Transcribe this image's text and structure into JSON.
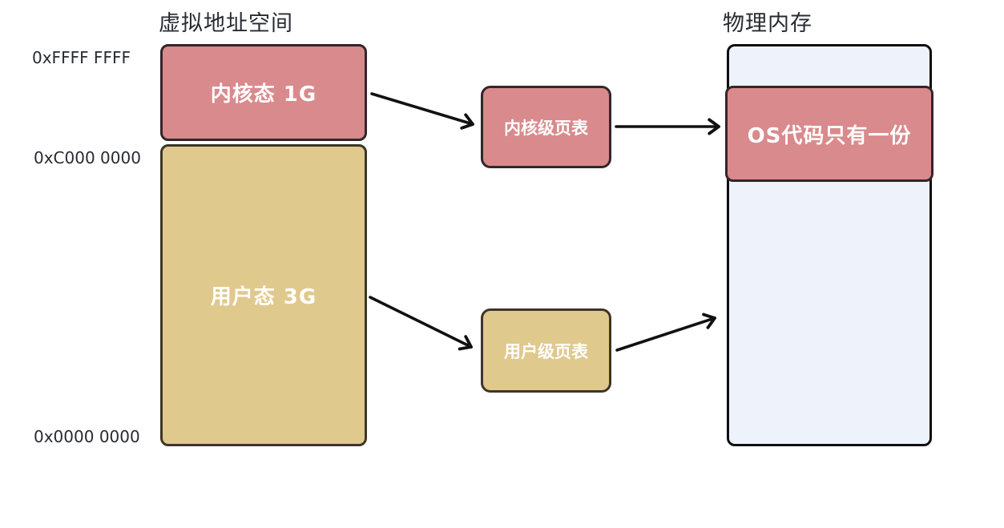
{
  "titles": {
    "virtual": "虚拟地址空间",
    "physical": "物理内存"
  },
  "addresses": [
    "0xFFFF FFFF",
    "0xC000 0000",
    "0x0000 0000"
  ],
  "virtual_space": {
    "kernel_label": "内核态 1G",
    "user_label": "用户态 3G"
  },
  "page_tables": {
    "kernel_label": "内核级页表",
    "user_label": "用户级页表"
  },
  "physical_memory": {
    "os_label": "OS代码只有一份"
  },
  "colors": {
    "box-red": "#d98a8c",
    "box-red-border": "#322629",
    "box-tan": "#e0c98c",
    "box-tan-border": "#3e3528",
    "box-blue": "#eef2fb",
    "box-blue-border": "#0e0f12",
    "arrow": "#111111",
    "text-dark": "#272b32",
    "text-light": "#ffffff"
  }
}
